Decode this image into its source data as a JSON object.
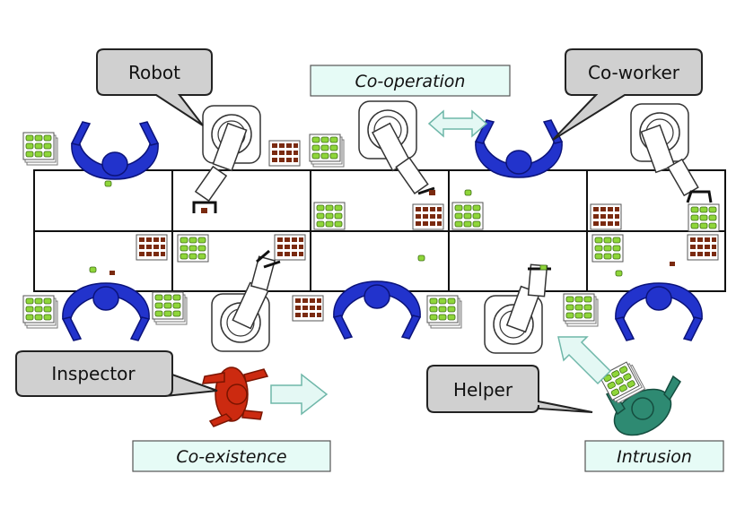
{
  "callouts": {
    "robot": "Robot",
    "coworker": "Co-worker",
    "inspector": "Inspector",
    "helper": "Helper"
  },
  "modes": {
    "cooperation": "Co-operation",
    "coexistence": "Co-existence",
    "intrusion": "Intrusion"
  },
  "colors": {
    "worker": "#2233cc",
    "inspector": "#cc2a10",
    "helper": "#2e8a72",
    "green_part": "#8fd63a",
    "brown_part": "#7a2a10",
    "arrow_fill": "#e4f8f4",
    "mode_box": "#e6fbf6",
    "callout": "#d0d0d0"
  }
}
